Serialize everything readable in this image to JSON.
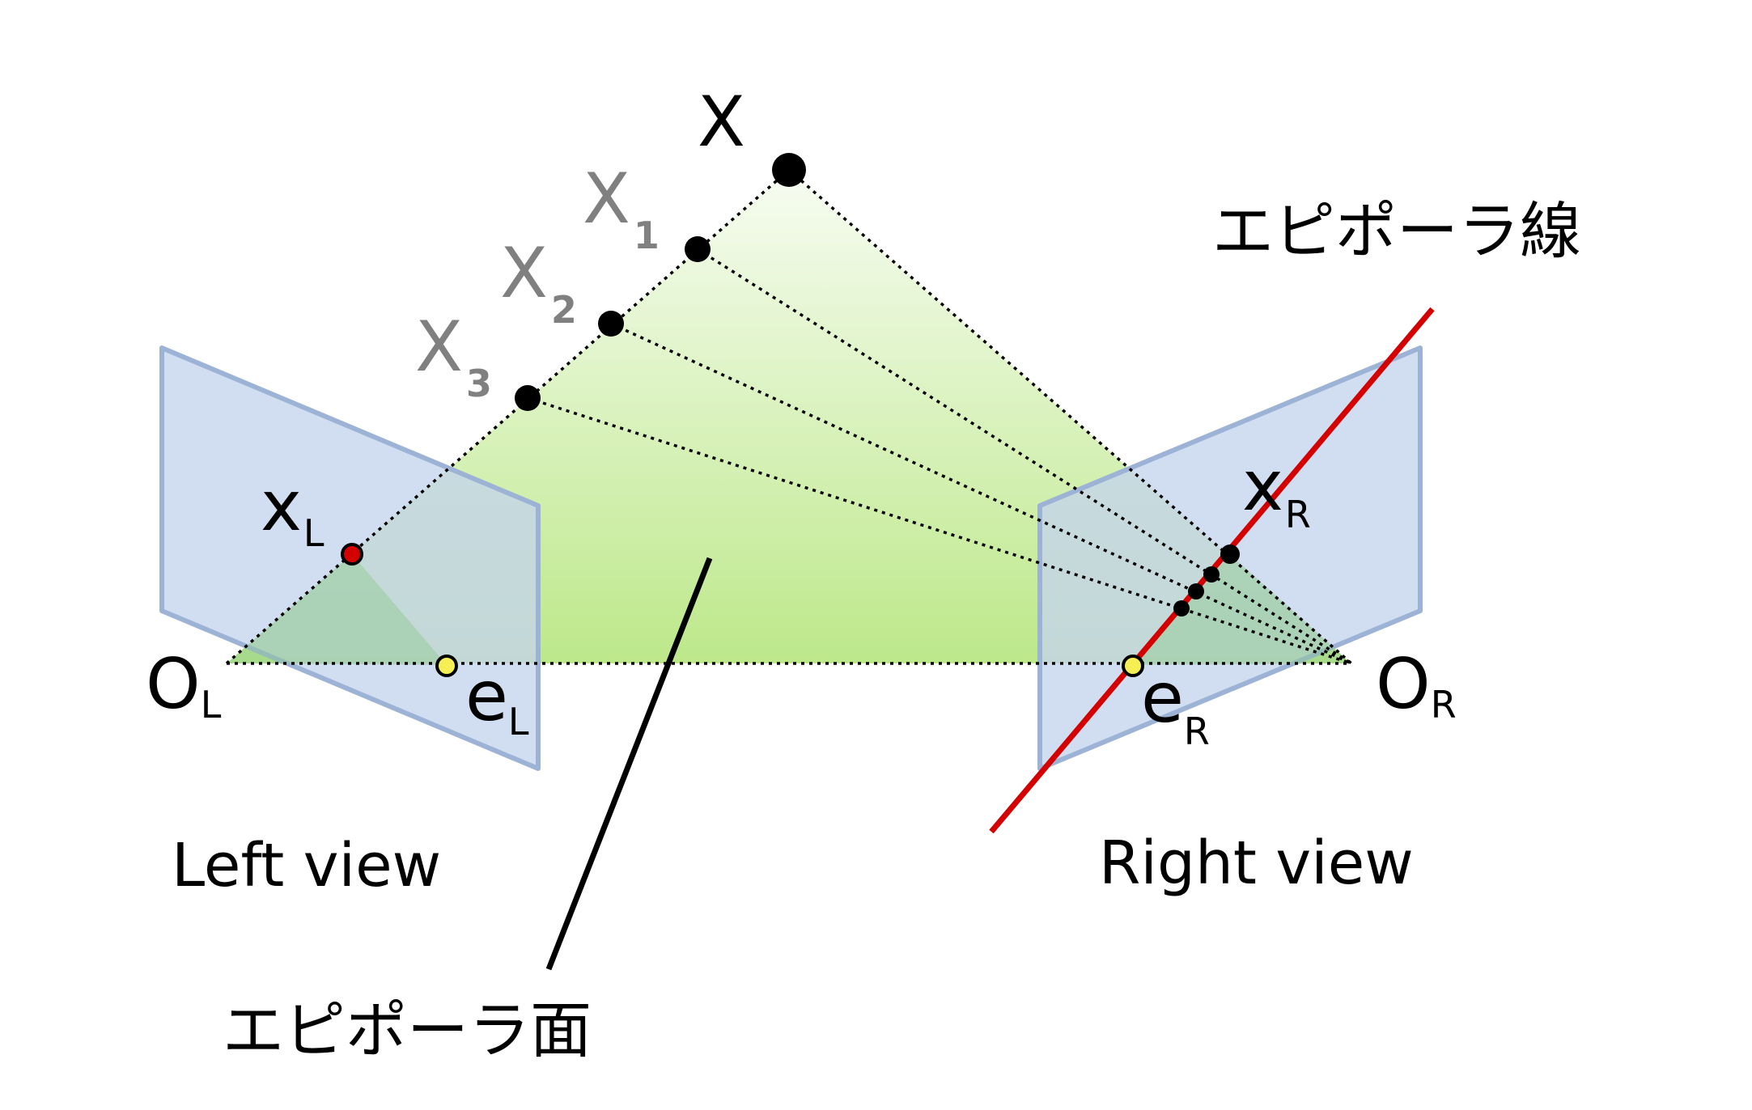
{
  "labels": {
    "X": "X",
    "X1": {
      "base": "X",
      "sub": "1"
    },
    "X2": {
      "base": "X",
      "sub": "2"
    },
    "X3": {
      "base": "X",
      "sub": "3"
    },
    "xL": {
      "base": "x",
      "sub": "L"
    },
    "xR": {
      "base": "x",
      "sub": "R"
    },
    "OL": {
      "base": "O",
      "sub": "L"
    },
    "OR": {
      "base": "O",
      "sub": "R"
    },
    "eL": {
      "base": "e",
      "sub": "L"
    },
    "eR": {
      "base": "e",
      "sub": "R"
    },
    "epipolar_line": "エピポーラ線",
    "epipolar_plane": "エピポーラ面",
    "left_view": "Left view",
    "right_view": "Right view"
  },
  "colors": {
    "image_plane_fill": "#c4d4ec",
    "image_plane_stroke": "#9db3d6",
    "plane_gradient_top": "#f4faee",
    "plane_gradient_bottom": "#bde88a",
    "epipolar_line": "#d40000",
    "image_point": "#d40000",
    "epipole": "#f6ee55",
    "gray_text": "#808080"
  }
}
